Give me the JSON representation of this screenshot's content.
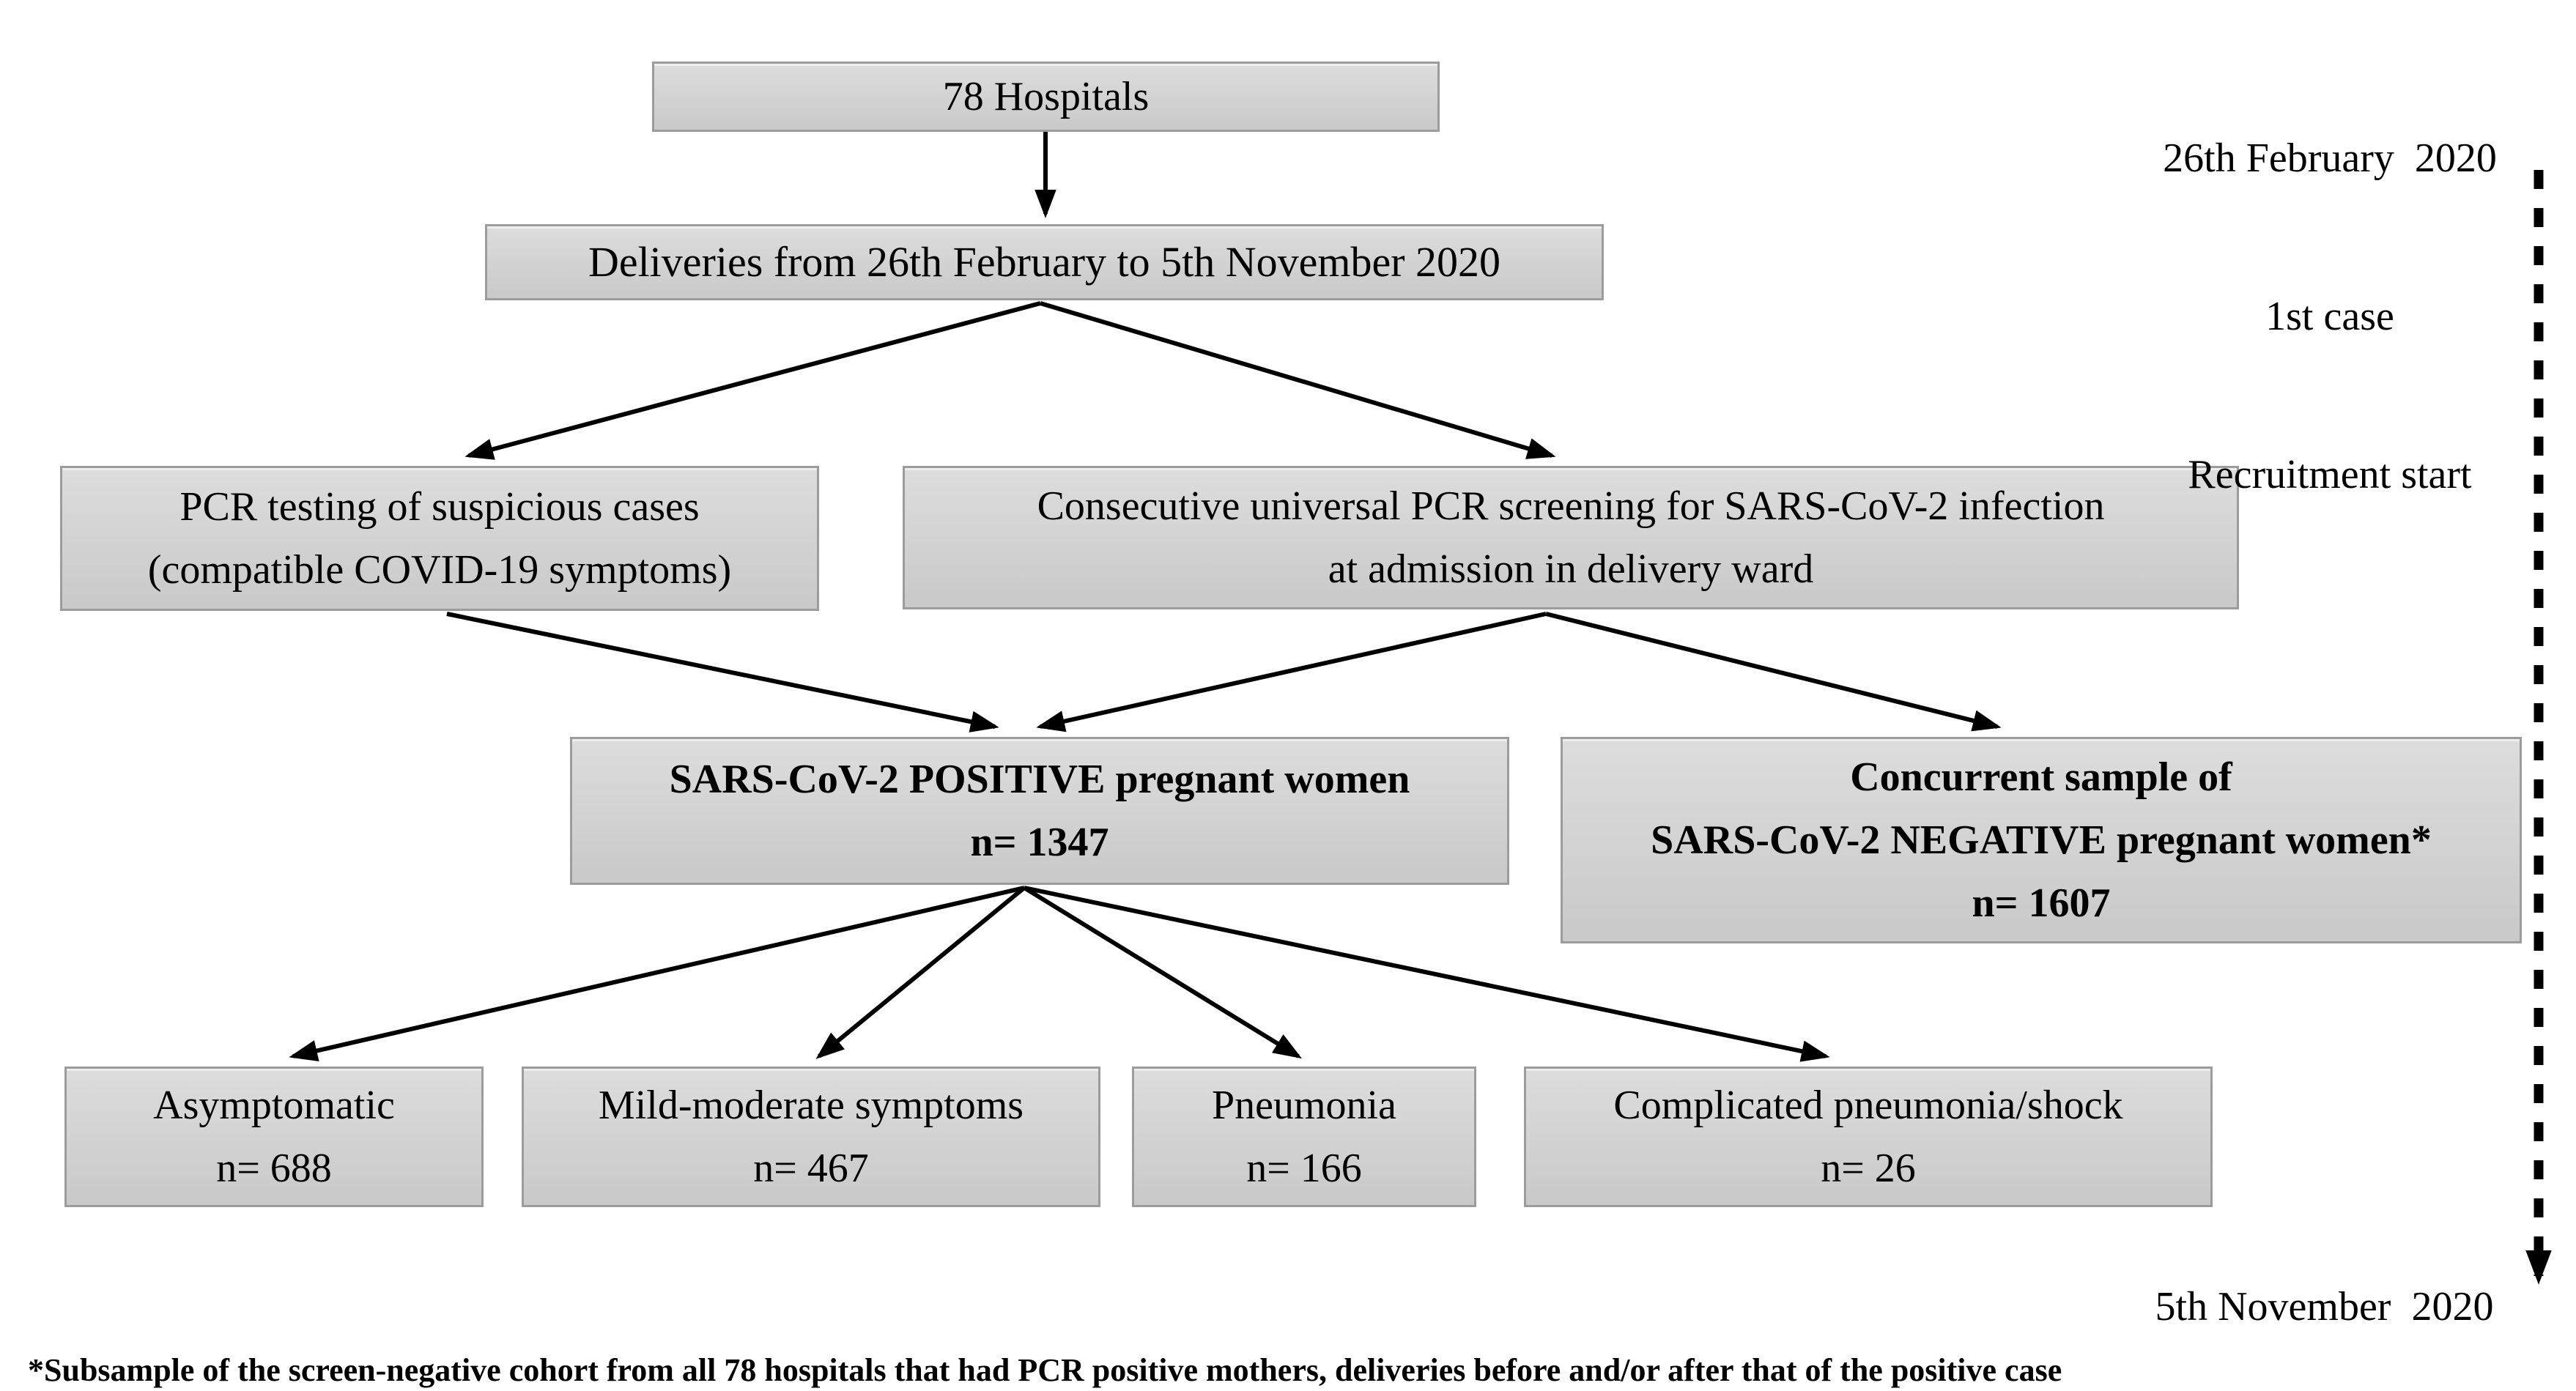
{
  "nodes": {
    "hospitals": {
      "label": "78 Hospitals"
    },
    "deliveries": {
      "label": "Deliveries from 26th February to 5th November 2020"
    },
    "pcr_suspicious": {
      "line1": "PCR testing of suspicious cases",
      "line2": "(compatible COVID-19 symptoms)"
    },
    "universal_screening": {
      "line1": "Consecutive universal PCR screening for SARS-CoV-2 infection",
      "line2": "at admission in delivery ward"
    },
    "positive": {
      "line1": "SARS-CoV-2 POSITIVE pregnant women",
      "n_label": "n= 1347"
    },
    "negative": {
      "line1": "Concurrent sample of",
      "line2": "SARS-CoV-2 NEGATIVE pregnant women*",
      "n_label": "n= 1607"
    },
    "asymptomatic": {
      "line1": "Asymptomatic",
      "n_label": "n= 688"
    },
    "mild_moderate": {
      "line1": "Mild-moderate symptoms",
      "n_label": "n= 467"
    },
    "pneumonia": {
      "line1": "Pneumonia",
      "n_label": "n= 166"
    },
    "complicated": {
      "line1": "Complicated pneumonia/shock",
      "n_label": "n= 26"
    }
  },
  "edges": [
    {
      "from": "hospitals",
      "to": "deliveries"
    },
    {
      "from": "deliveries",
      "to": "pcr_suspicious"
    },
    {
      "from": "deliveries",
      "to": "universal_screening"
    },
    {
      "from": "pcr_suspicious",
      "to": "positive"
    },
    {
      "from": "universal_screening",
      "to": "positive"
    },
    {
      "from": "universal_screening",
      "to": "negative"
    },
    {
      "from": "positive",
      "to": "asymptomatic"
    },
    {
      "from": "positive",
      "to": "mild_moderate"
    },
    {
      "from": "positive",
      "to": "pneumonia"
    },
    {
      "from": "positive",
      "to": "complicated"
    }
  ],
  "timeline": {
    "start_line1": "26th February  2020",
    "start_line2": "1st case",
    "start_line3": "Recruitment start",
    "end_label": "5th November  2020"
  },
  "footnote": "*Subsample of the screen-negative cohort from all 78 hospitals that had PCR positive mothers, deliveries before and/or after that of the positive case",
  "colors": {
    "box_fill": "#d2d2d2",
    "box_border": "#9c9c9c",
    "text": "#000000",
    "arrow": "#000000",
    "background": "#ffffff"
  }
}
